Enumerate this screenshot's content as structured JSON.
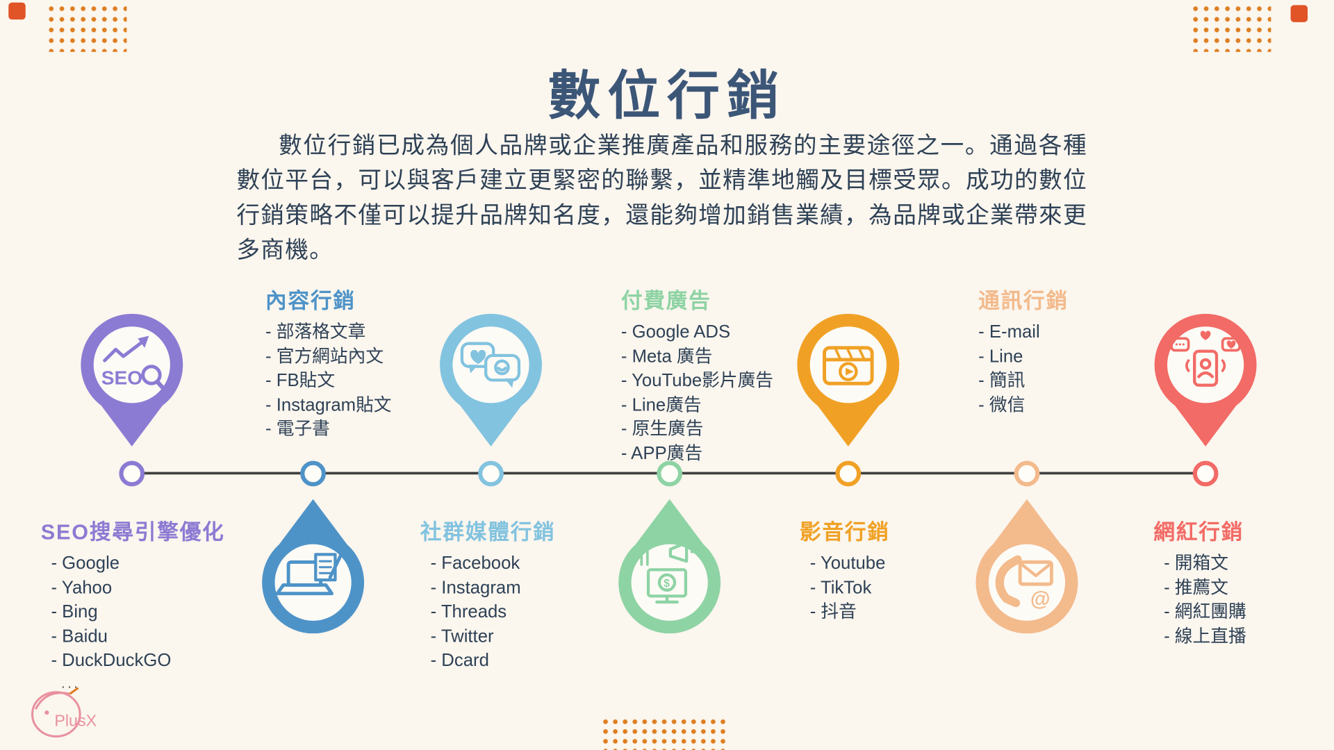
{
  "palette": {
    "background": "#FBF6EE",
    "title_navy": "#3C5678",
    "body_navy": "#2E4156",
    "axis_line": "#3F3F3F",
    "dots_orange": "#DD7E21",
    "corner_square": "#E05427",
    "logo_pink": "#E8919F"
  },
  "page": {
    "title": "數位行銷",
    "intro": "數位行銷已成為個人品牌或企業推廣產品和服務的主要途徑之一。通過各種數位平台，可以與客戶建立更緊密的聯繫，並精準地觸及目標受眾。成功的數位行銷策略不僅可以提升品牌知名度，還能夠增加銷售業績，為品牌或企業帶來更多商機。"
  },
  "timeline": {
    "items": [
      {
        "title": "SEO搜尋引擎優化",
        "color": "#8C7BD3",
        "marker": "pin-above",
        "label_position": "below",
        "icon": "seo-magnifier-icon",
        "icon_text": "SEO",
        "list": [
          "- Google",
          "- Yahoo",
          "- Bing",
          "- Baidu",
          "- DuckDuckGO"
        ]
      },
      {
        "title": "內容行銷",
        "color": "#4E93C8",
        "marker": "drop-below",
        "label_position": "above",
        "icon": "laptop-writing-icon",
        "list": [
          "- 部落格文章",
          "- 官方網站內文",
          "- FB貼文",
          "- Instagram貼文",
          "- 電子書"
        ]
      },
      {
        "title": "社群媒體行銷",
        "color": "#82C3DF",
        "marker": "pin-above",
        "label_position": "below",
        "icon": "chat-bubbles-icon",
        "list": [
          "- Facebook",
          "- Instagram",
          "- Threads",
          "- Twitter",
          "- Dcard"
        ]
      },
      {
        "title": "付費廣告",
        "color": "#8ED3A4",
        "marker": "drop-below",
        "label_position": "above",
        "icon": "ads-monitor-icon",
        "icon_text": "$",
        "list": [
          "- Google  ADS",
          "- Meta 廣告",
          "- YouTube影片廣告",
          "- Line廣告",
          "- 原生廣告",
          "- APP廣告"
        ]
      },
      {
        "title": "影音行銷",
        "color": "#F0A125",
        "marker": "pin-above",
        "label_position": "below",
        "icon": "clapperboard-play-icon",
        "list": [
          "- Youtube",
          "- TikTok",
          "- 抖音"
        ]
      },
      {
        "title": "通訊行銷",
        "color": "#F3BA8C",
        "marker": "drop-below",
        "label_position": "above",
        "icon": "phone-envelope-icon",
        "icon_text": "@",
        "list": [
          "- E-mail",
          "- Line",
          "- 簡訊",
          "- 微信"
        ]
      },
      {
        "title": "網紅行銷",
        "color": "#F26B66",
        "marker": "pin-above",
        "label_position": "below",
        "icon": "influencer-phone-icon",
        "list": [
          "- 開箱文",
          "- 推薦文",
          "- 網紅團購",
          "- 線上直播"
        ]
      }
    ]
  },
  "logo": {
    "dots": "...",
    "text": "PlusX"
  }
}
